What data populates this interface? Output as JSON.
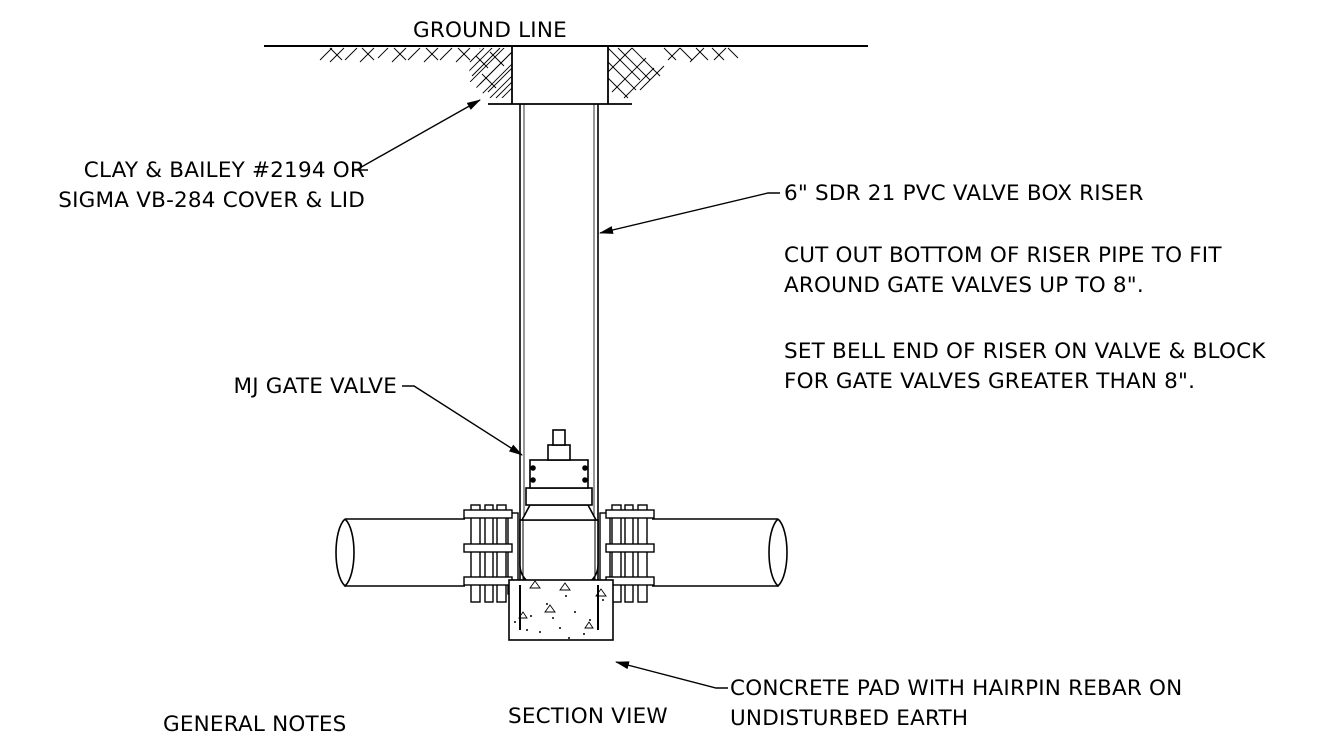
{
  "ground_line_label": "GROUND LINE",
  "callouts": {
    "cover_line1": "CLAY & BAILEY #2194 OR",
    "cover_line2": "SIGMA VB-284 COVER & LID",
    "riser": "6\" SDR 21 PVC VALVE BOX RISER",
    "note1_line1": "CUT OUT BOTTOM OF RISER PIPE TO FIT",
    "note1_line2": "AROUND GATE VALVES UP TO 8\".",
    "note2_line1": "SET BELL END OF RISER ON VALVE & BLOCK",
    "note2_line2": "FOR GATE VALVES GREATER THAN 8\".",
    "gate_valve": "MJ GATE VALVE",
    "pad_line1": "CONCRETE PAD WITH HAIRPIN REBAR ON",
    "pad_line2": "UNDISTURBED EARTH"
  },
  "footer": {
    "general_notes": "GENERAL NOTES",
    "section_view": "SECTION VIEW"
  }
}
